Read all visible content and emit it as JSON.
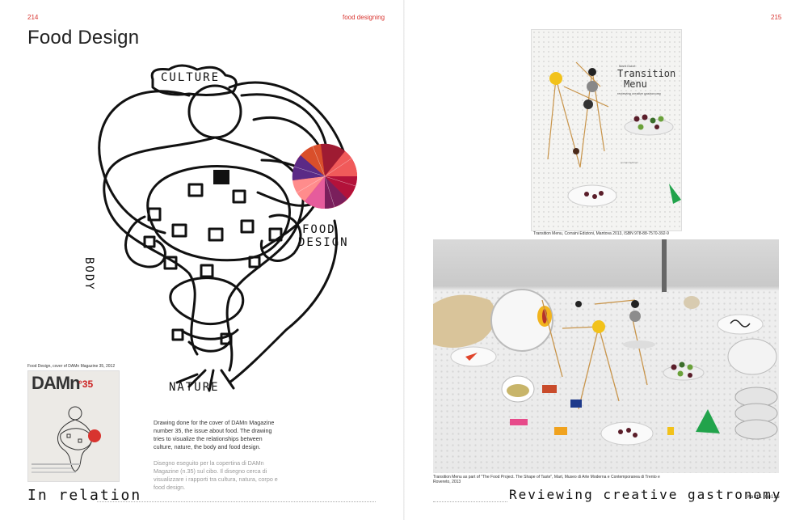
{
  "left_page": {
    "page_number": "214",
    "title": "Food Design",
    "drawing_labels": {
      "top": "CULTURE",
      "left": "BODY",
      "right_1": "FOOD",
      "right_2": "DESIGN",
      "bottom": "NATURE"
    },
    "magazine_caption": "Food Design, cover of DAMn Magazine 35, 2012",
    "magazine_masthead": "DAMn",
    "magazine_issue": "°35",
    "body_english": "Drawing done for the cover of DAMn Magazine number 35, the issue about food. The drawing tries to visualize the relationships between culture, nature, the body and food design.",
    "body_italian": "Disegno eseguito per la copertina di DAMn Magazine (n.35) sul cibo. Il disegno cerca di visualizzare i rapporti tra cultura, natura, corpo e food design.",
    "footer_handwritten": "In relation"
  },
  "right_page": {
    "running_head": "food designing",
    "page_number": "215",
    "book_author": "Marti Guixé",
    "book_title_line1": "Transition",
    "book_title_line2": "Menu",
    "book_subtitle": "reviewing creative gastronomy",
    "book_publisher": "Corraini Edizioni",
    "book_caption": "Transition Menu, Corraini Edizioni, Mantova 2013, ISBN 978-88-7570-392-9",
    "photo_caption": "Transition Menu as part of \"The Food Project. The Shape of Taste\", Mart, Museo di Arte Moderna e Contemporanea di Trento e Rovereto, 2013",
    "footer_handwritten": "Reviewing creative gastronomy",
    "footer_signature": "Marti Guixé"
  },
  "colors": {
    "accent_red": "#d8342f",
    "pie_colors": [
      "#e0182d",
      "#b3123a",
      "#f05a5a",
      "#7a1f5c",
      "#e65c9c",
      "#c8102e",
      "#ff8c8c",
      "#5b2a86",
      "#d94f2b",
      "#9e1b32"
    ]
  }
}
